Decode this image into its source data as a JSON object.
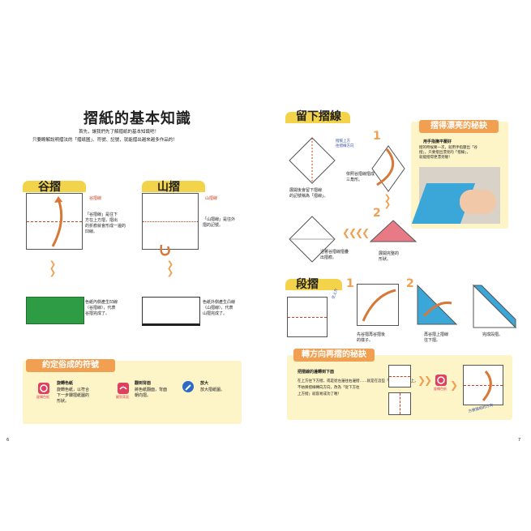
{
  "left": {
    "title": "摺紙的基本知識",
    "intro": [
      "首先，讓我們先了解摺紙的基本知識吧！",
      "只要瞭解說明摺法的「摺紙圖」、符號、記號，就能摺出越來越多作品的！"
    ],
    "valley": {
      "heading": "谷摺",
      "line_tag": "谷摺線",
      "desc": [
        "「谷摺線」是往下",
        "方在上方摺，摺出",
        "的折痕就會形成一邊的",
        "凹線。"
      ],
      "result": [
        "色紙內側產生凹線",
        "（谷摺線），代表",
        "谷摺完成了。"
      ]
    },
    "mountain": {
      "heading": "山摺",
      "line_tag": "山摺線",
      "desc": [
        "「山摺線」是往外",
        "摺的記號。"
      ],
      "result": [
        "色紙外側產生凸線",
        "（山摺線），代表",
        "山摺完成了。"
      ]
    },
    "symbols": {
      "heading": "約定俗成的符號",
      "items": [
        {
          "name": "旋轉色紙",
          "icon": "rotate-icon",
          "icon_text": "旋轉色紙",
          "desc": [
            "旋轉色紙，以符合",
            "下一步驟摺紙圖的",
            "形狀。"
          ]
        },
        {
          "name": "翻到背面",
          "icon": "flip-icon",
          "icon_text": "翻到背面",
          "desc": [
            "將色紙翻面，背面",
            "朝向摺。"
          ]
        },
        {
          "name": "放大",
          "icon": "zoom-icon",
          "icon_text": "",
          "desc": [
            "放大摺紙圖。"
          ]
        }
      ]
    },
    "page_number": "6"
  },
  "right": {
    "crease": {
      "heading": "留下摺線",
      "note_top": [
        "摺痕上方",
        "往摺線方向"
      ],
      "step1_text": [
        "依照谷摺線摺成",
        "三角形。"
      ],
      "left_text": [
        "展開後會留下摺線",
        "的記號稱為「摺線」。"
      ],
      "step2_text": [
        "沿著谷摺線摺疊",
        "出摺痕。"
      ],
      "triangle_text": [
        "展開完整的",
        "形狀。"
      ],
      "tip_heading": "摺得漂亮的秘訣",
      "tip_sub": "用手指撫平壓好",
      "tip_text": [
        "摺的時候要一次，就用手指壓出「谷",
        "摺」，只要摺出漂亮的「摺線」，",
        "就能摺得更漂亮喔！"
      ]
    },
    "step_fold": {
      "heading": "段摺",
      "cap1": [
        "先谷摺再谷摺後",
        "的樣子。"
      ],
      "cap2": [
        "再谷摺上摺線",
        "往下摺。"
      ],
      "cap3": "完成段摺。",
      "note": [
        "往上方",
        "谷摺線"
      ]
    },
    "turn_tip": {
      "heading": "轉方向再摺的秘訣",
      "subtitle": "把摺線的邊轉到下面",
      "text": [
        "在上方往下方摺，或是從左邊往右邊摺……就是在這些「谷摺線」方向上，",
        "不妨將摺線轉向方向，改為「從下方往",
        "上方摺」就容易成功了喔！"
      ],
      "note": [
        "方便摺紙的方向"
      ],
      "icon_text": "旋轉色紙"
    },
    "page_number": "7"
  },
  "colors": {
    "accent": "#f0a050",
    "panel": "#fdf4c8",
    "green": "#2e9b45",
    "blue": "#3aa7d8",
    "pink": "#e87a86"
  }
}
